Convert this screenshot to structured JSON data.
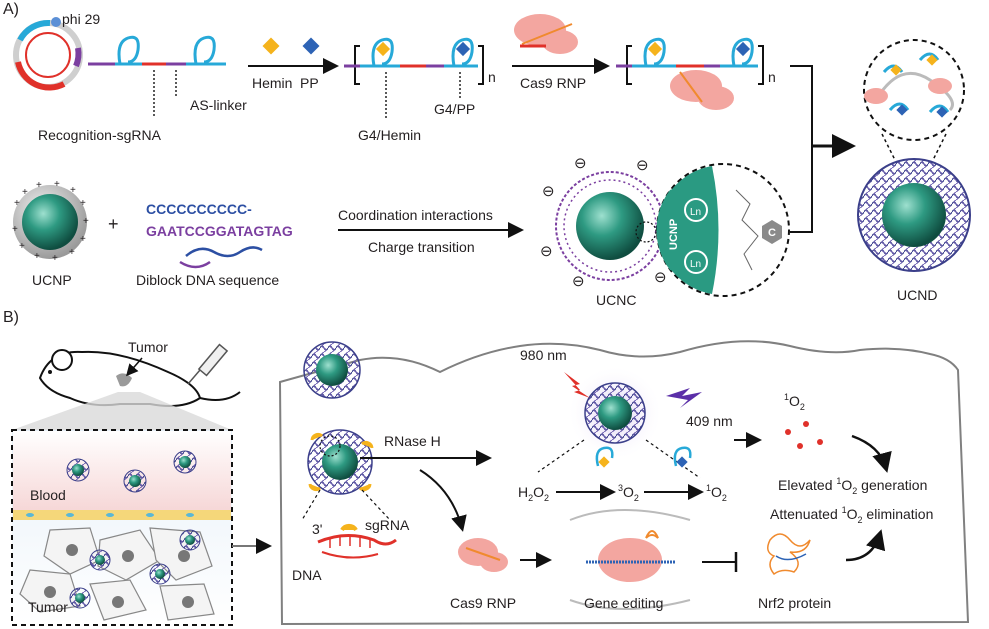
{
  "panels": {
    "a": "A)",
    "b": "B)"
  },
  "panel_a": {
    "phi29": "phi 29",
    "recognition": "Recognition-sgRNA",
    "as_linker": "AS-linker",
    "hemin": "Hemin",
    "pp": "PP",
    "n1": "n",
    "n2": "n",
    "cas9_rnp": "Cas9 RNP",
    "g4_hemin": "G4/Hemin",
    "g4_pp": "G4/PP",
    "ucnp": "UCNP",
    "plus": "+",
    "seq1": "CCCCCCCCCC-",
    "seq2": "GAATCCGGATAGTAG",
    "diblock": "Diblock DNA sequence",
    "coord": "Coordination interactions",
    "charge": "Charge transition",
    "ucnc": "UCNC",
    "ucnd": "UCND",
    "ucnp_inset": "UCNP",
    "ln": "Ln",
    "c": "C",
    "minus": "⊖"
  },
  "panel_b": {
    "tumor_mouse": "Tumor",
    "blood": "Blood",
    "tumor_tissue": "Tumor",
    "nm980": "980 nm",
    "nm409": "409 nm",
    "singlet1": "O",
    "sup1": "1",
    "sub2": "2",
    "rnase": "RNase H",
    "h2o2_h": "H",
    "h2o2_2a": "2",
    "h2o2_o": "O",
    "h2o2_2b": "2",
    "triplet_sup": "3",
    "o": "O",
    "two": "2",
    "singlet_sup": "1",
    "three_prime": "3'",
    "sgrna": "sgRNA",
    "dna": "DNA",
    "elevated_a": "Elevated ",
    "elevated_b": "O",
    "elevated_c": " generation",
    "attenuated_a": "Attenuated ",
    "attenuated_b": "O",
    "attenuated_c": " elimination",
    "cas9": "Cas9 RNP",
    "gene_editing": "Gene editing",
    "nrf2": "Nrf2 protein"
  },
  "colors": {
    "ucnp_core": "#2a8c78",
    "cyan_strand": "#27a9d8",
    "red_segment": "#e0312a",
    "purple_segment": "#7b3fa0",
    "hemin": "#f5b31c",
    "pp": "#2d63b5",
    "cas9": "#f3a6a0",
    "dna_shell": "#4a4a8a"
  }
}
